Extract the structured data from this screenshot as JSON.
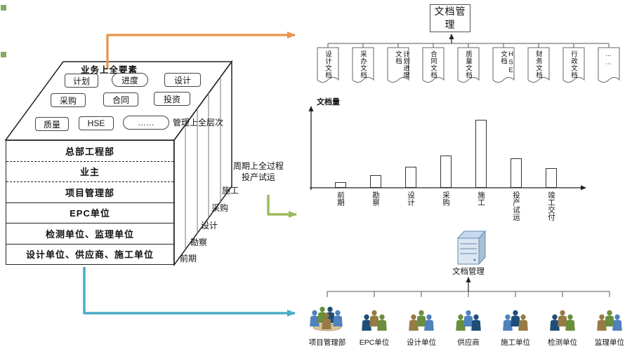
{
  "cube": {
    "top_label": "业务上全要素",
    "element_boxes": [
      "计划",
      "进度",
      "设计",
      "采购",
      "合同",
      "投资",
      "质量",
      "HSE",
      "……"
    ],
    "right_label": "管理上全层次",
    "cycle_labels": [
      "周期上全过程",
      "投产试运"
    ],
    "stage_labels": [
      "施工",
      "采购",
      "设计",
      "勘察",
      "前期"
    ],
    "rows": [
      "总部工程部",
      "业主",
      "项目管理部",
      "EPC单位",
      "检测单位、监理单位",
      "设计单位、供应商、施工单位"
    ]
  },
  "doc_tree": {
    "root": "文档管理",
    "docs": [
      "设计文档",
      "采办文档",
      "计划进度文档",
      "合同文档",
      "质量文档",
      "HSE文档",
      "财务文档",
      "行政文档",
      "……"
    ]
  },
  "chart_data": {
    "type": "bar",
    "title": "",
    "ylabel": "文档量",
    "xlabel": "",
    "categories": [
      "前期",
      "勘察",
      "设计",
      "采购",
      "施工",
      "投产试运",
      "竣工交付"
    ],
    "values": [
      8,
      18,
      30,
      46,
      97,
      42,
      28
    ],
    "ylim": [
      0,
      110
    ],
    "unit": "relative document volume",
    "grid": false,
    "legend": false
  },
  "bottom_tree": {
    "root": "文档管理",
    "units": [
      "项目管理部",
      "EPC单位",
      "设计单位",
      "供应商",
      "施工单位",
      "检测单位",
      "监理单位"
    ]
  },
  "colors": {
    "orange_arrow": "#e8944a",
    "green_arrow": "#9bbb59",
    "blue_arrow": "#4bacc6"
  }
}
